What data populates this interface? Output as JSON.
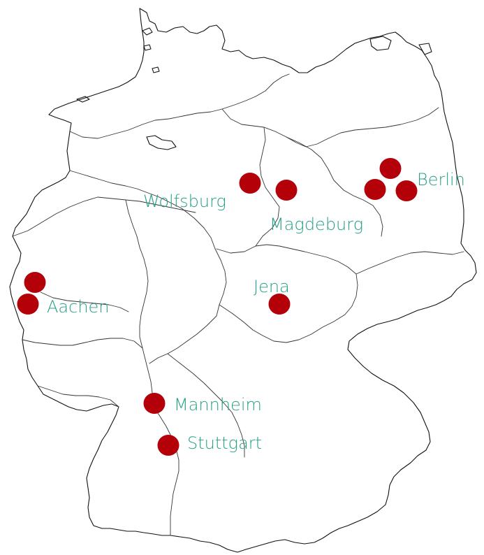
{
  "colors": {
    "marker": "#b30009",
    "label": "#279f86",
    "outline": "#111111"
  },
  "cities": [
    {
      "name": "Wolfsburg",
      "lat": 52.42,
      "lon": 10.78
    },
    {
      "name": "Magdeburg",
      "lat": 52.13,
      "lon": 11.63
    },
    {
      "name": "Berlin",
      "lat": 52.52,
      "lon": 13.4
    },
    {
      "name": "Jena",
      "lat": 50.93,
      "lon": 11.59
    },
    {
      "name": "Aachen",
      "lat": 50.78,
      "lon": 6.08
    },
    {
      "name": "Mannheim",
      "lat": 49.49,
      "lon": 8.47
    },
    {
      "name": "Stuttgart",
      "lat": 48.78,
      "lon": 9.18
    }
  ],
  "labels": {
    "wolfsburg": "Wolfsburg",
    "magdeburg": "Magdeburg",
    "berlin": "Berlin",
    "jena": "Jena",
    "aachen": "Aachen",
    "mannheim": "Mannheim",
    "stuttgart": "Stuttgart"
  }
}
